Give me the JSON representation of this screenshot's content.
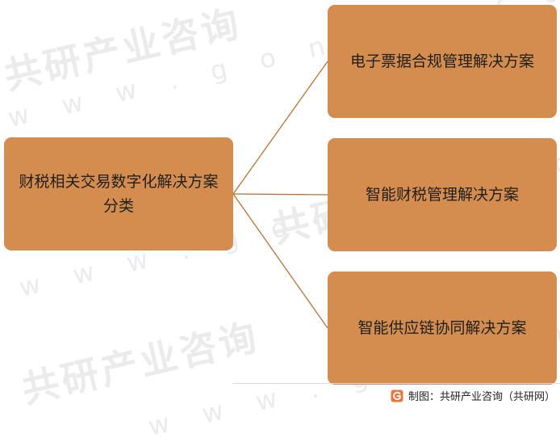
{
  "watermark": {
    "brand": "共研产业咨询",
    "url": "w w w . g o n y n . c o m"
  },
  "diagram": {
    "root": {
      "line1": "财税相关交易数字化解决方案",
      "line2": "分类"
    },
    "items": [
      {
        "label": "电子票据合规管理解决方案"
      },
      {
        "label": "智能财税管理解决方案"
      },
      {
        "label": "智能供应链协同解决方案"
      }
    ]
  },
  "footer": {
    "credit": "制图：共研产业咨询（共研网）"
  },
  "colors": {
    "box_fill": "#d48d4e",
    "connector": "#b8703a",
    "logo": "#e8763a",
    "watermark": "#ebebeb"
  }
}
